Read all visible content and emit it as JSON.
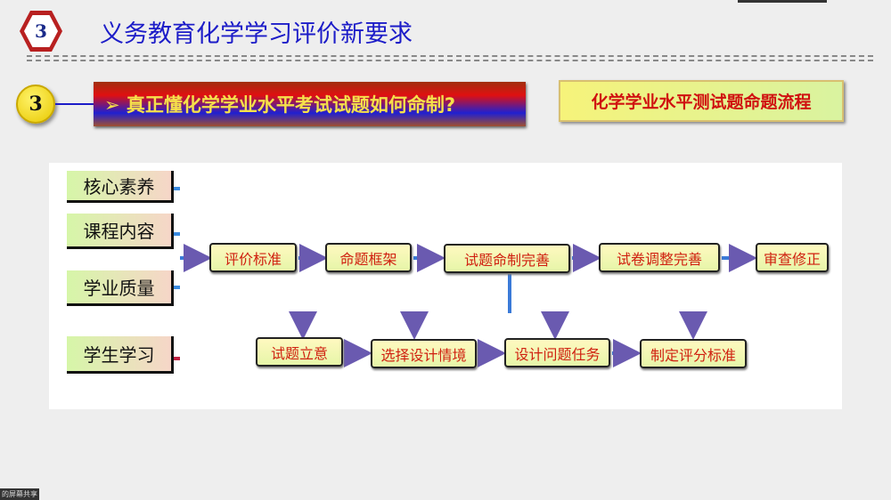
{
  "header": {
    "badge_number": "3",
    "title": "义务教育化学学习评价新要求"
  },
  "section": {
    "number": "3",
    "question": "➢ 真正懂化学学业水平考试试题如何命制?",
    "process_label": "化学学业水平测试题命题流程"
  },
  "diagram": {
    "inputs": [
      "核心素养",
      "课程内容",
      "学业质量",
      "学生学习"
    ],
    "main_flow": [
      "评价标准",
      "命题框架",
      "试题命制完善",
      "试卷调整完善",
      "审查修正"
    ],
    "sub_flow": [
      "试题立意",
      "选择设计情境",
      "设计问题任务",
      "制定评分标准"
    ]
  },
  "footer": {
    "screen_share_label": "的屏幕共享"
  },
  "colors": {
    "title": "#1c1cc8",
    "flow_text": "#d02010",
    "arrow": "#3a7ad8"
  }
}
